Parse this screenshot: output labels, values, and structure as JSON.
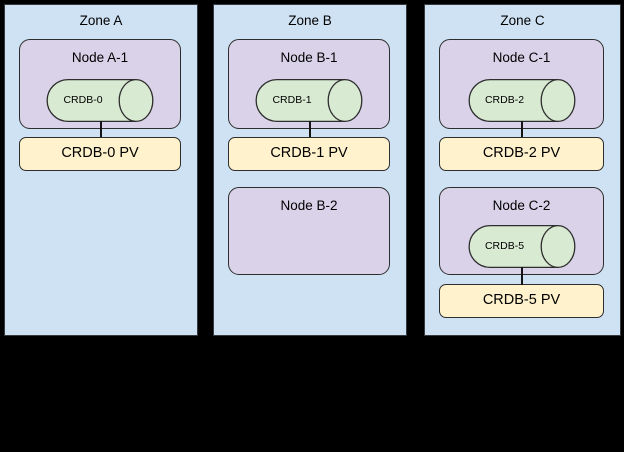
{
  "canvas": {
    "background": "#000000"
  },
  "colors": {
    "zone_fill": "#cfe2f3",
    "node_fill": "#d9d2e9",
    "pod_fill": "#d9ead3",
    "pv_fill": "#fff2cc",
    "stroke": "#2e2e2e",
    "text": "#000000"
  },
  "zones": [
    {
      "label": "Zone A",
      "nodes": [
        {
          "label": "Node A-1",
          "pod": "CRDB-0",
          "pv": "CRDB-0 PV"
        }
      ]
    },
    {
      "label": "Zone B",
      "nodes": [
        {
          "label": "Node B-1",
          "pod": "CRDB-1",
          "pv": "CRDB-1 PV"
        },
        {
          "label": "Node B-2"
        }
      ]
    },
    {
      "label": "Zone C",
      "nodes": [
        {
          "label": "Node C-1",
          "pod": "CRDB-2",
          "pv": "CRDB-2 PV"
        },
        {
          "label": "Node C-2",
          "pod": "CRDB-5",
          "pv": "CRDB-5 PV"
        }
      ]
    }
  ]
}
